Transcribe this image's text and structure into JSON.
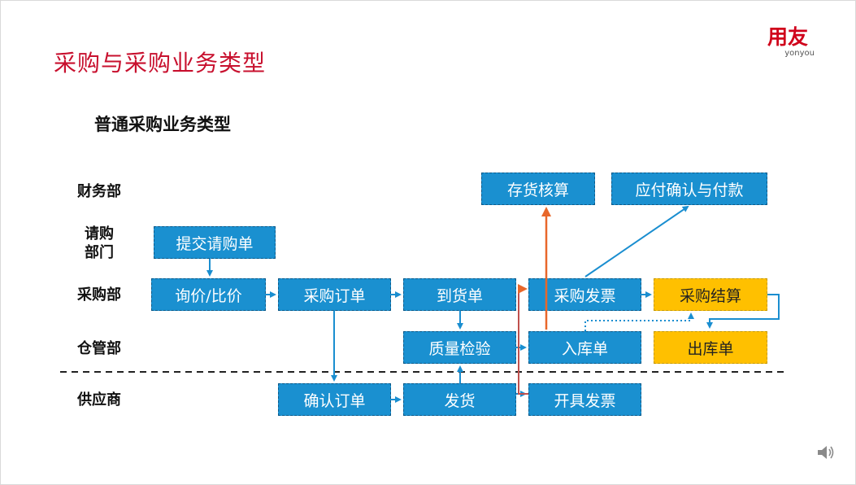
{
  "slide": {
    "title": "采购与采购业务类型",
    "subtitle": "普通采购业务类型"
  },
  "logo": {
    "mark": "用友",
    "sub": "yonyou"
  },
  "departments": {
    "finance": "财务部",
    "request_line1": "请购",
    "request_line2": "部门",
    "purchase": "采购部",
    "warehouse": "仓管部",
    "supplier": "供应商"
  },
  "boxes": {
    "inventory_accounting": "存货核算",
    "payable_confirm": "应付确认与付款",
    "purchase_request": "提交请购单",
    "inquiry": "询价/比价",
    "purchase_order": "采购订单",
    "arrival_note": "到货单",
    "purchase_invoice": "采购发票",
    "purchase_settlement": "采购结算",
    "quality_inspection": "质量检验",
    "stock_in": "入库单",
    "stock_out": "出库单",
    "confirm_order": "确认订单",
    "shipment": "发货",
    "issue_invoice": "开具发票"
  },
  "colors": {
    "title": "#c8102e",
    "box_blue": "#1a90d0",
    "box_yellow": "#ffc000",
    "arrow_blue": "#1a8ed0",
    "arrow_orange": "#e8672a"
  },
  "icons": {
    "speaker": "speaker-icon"
  }
}
